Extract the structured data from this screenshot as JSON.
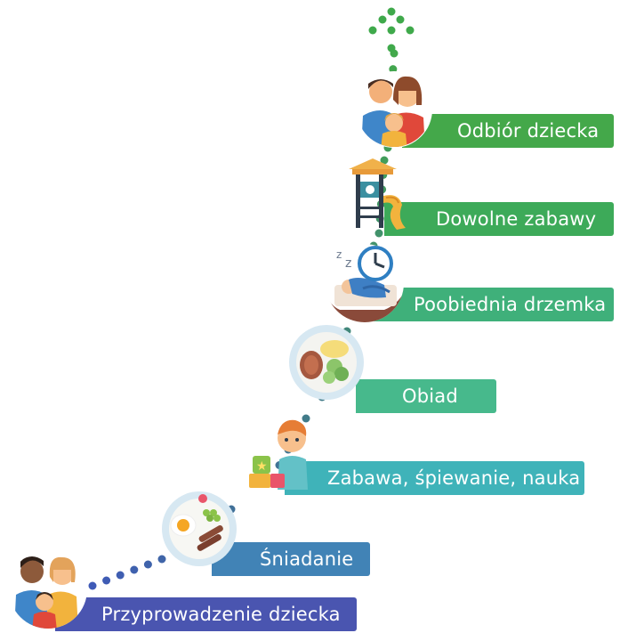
{
  "steps": [
    {
      "label": "Przyprowadzenie dziecka",
      "color": "#4a55b0",
      "icon": "parents-children-icon"
    },
    {
      "label": "Śniadanie",
      "color": "#4183b6",
      "icon": "breakfast-plate-icon"
    },
    {
      "label": "Zabawa, śpiewanie, nauka",
      "color": "#3fb3b9",
      "icon": "child-playing-icon"
    },
    {
      "label": "Obiad",
      "color": "#47b98c",
      "icon": "dinner-plate-icon"
    },
    {
      "label": "Poobiednia drzemka",
      "color": "#3fb07a",
      "icon": "nap-clock-icon"
    },
    {
      "label": "Dowolne zabawy",
      "color": "#3daa59",
      "icon": "playground-slide-icon"
    },
    {
      "label": "Odbiór dziecka",
      "color": "#44a84a",
      "icon": "parents-pickup-icon"
    }
  ],
  "colors": {
    "dots_start": "#3f5ab7",
    "dots_end": "#43a84c"
  }
}
